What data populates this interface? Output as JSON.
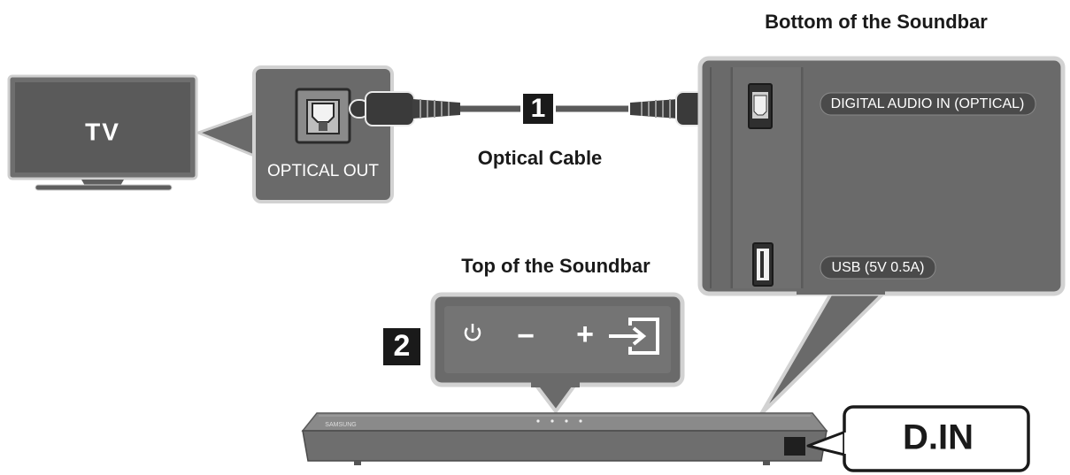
{
  "tv": {
    "label": "TV"
  },
  "tv_port": {
    "label": "OPTICAL OUT"
  },
  "cable": {
    "step": "1",
    "label": "Optical Cable"
  },
  "bottom_panel": {
    "title": "Bottom of the Soundbar",
    "optical_port_label": "DIGITAL AUDIO IN (OPTICAL)",
    "usb_port_label": "USB (5V 0.5A)"
  },
  "top_panel": {
    "title": "Top of the Soundbar",
    "step": "2",
    "buttons": {
      "power": "power-icon",
      "volume_down": "−",
      "volume_up": "+",
      "source": "source-input-icon"
    }
  },
  "soundbar": {
    "brand": "SAMSUNG"
  },
  "display_callout": {
    "text": "D.IN"
  },
  "colors": {
    "panel": "#6a6a6a",
    "panel_border": "#d2d2d2",
    "tv_screen": "#585858",
    "step_badge": "#1a1a1a",
    "text_light": "#ffffff",
    "text_dark": "#1a1a1a"
  }
}
